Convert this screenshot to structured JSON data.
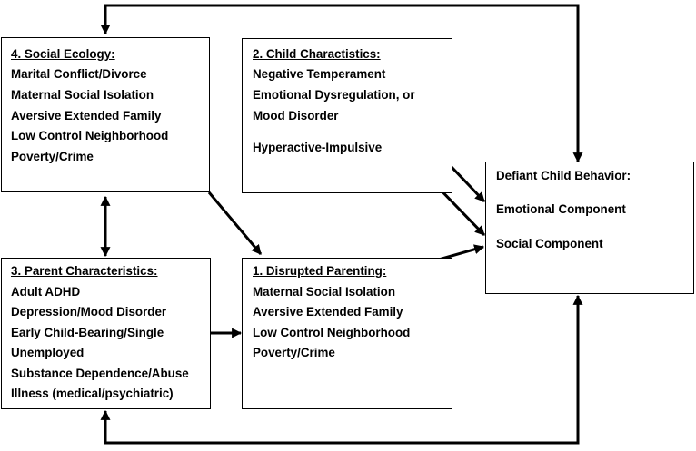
{
  "social_ecology": {
    "title": "4. Social Ecology:",
    "items": [
      "Marital Conflict/Divorce",
      "Maternal Social Isolation",
      "Aversive Extended Family",
      "Low Control Neighborhood",
      "Poverty/Crime"
    ]
  },
  "child_characteristics": {
    "title": "2. Child Charactistics:",
    "items": [
      "Negative Temperament",
      "Emotional Dysregulation, or",
      "Mood Disorder",
      "Hyperactive-Impulsive"
    ]
  },
  "parent_characteristics": {
    "title": "3. Parent Characteristics:",
    "items": [
      "Adult ADHD",
      "Depression/Mood Disorder",
      "Early Child-Bearing/Single",
      "Unemployed",
      "Substance Dependence/Abuse",
      "Illness (medical/psychiatric)"
    ]
  },
  "disrupted_parenting": {
    "title": "1. Disrupted Parenting:",
    "items": [
      "Maternal Social Isolation",
      "Aversive Extended Family",
      "Low Control Neighborhood",
      "Poverty/Crime"
    ]
  },
  "defiant_behavior": {
    "title": "Defiant Child Behavior:",
    "items": [
      "Emotional Component",
      "Social Component"
    ]
  }
}
